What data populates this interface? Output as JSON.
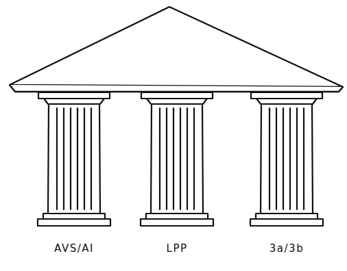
{
  "diagram": {
    "labels": [
      "AVS/AI",
      "LPP",
      "3a/3b"
    ]
  }
}
